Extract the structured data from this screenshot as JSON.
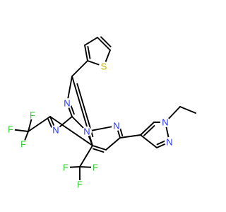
{
  "colors": {
    "carbon_bond": "#000000",
    "N": "#2233ff",
    "S": "#c8b400",
    "F": "#33cc33",
    "background": "#ffffff"
  },
  "molecule": {
    "atom_labels": {
      "s1": "S",
      "n_pm1": "N",
      "n_pm3": "N",
      "n_pz1": "N",
      "n_pz2": "N",
      "n_pzb1": "N",
      "n_pzb2": "N",
      "f1": "F",
      "f2": "F",
      "f3": "F",
      "f4": "F",
      "f5": "F",
      "f6": "F"
    }
  }
}
